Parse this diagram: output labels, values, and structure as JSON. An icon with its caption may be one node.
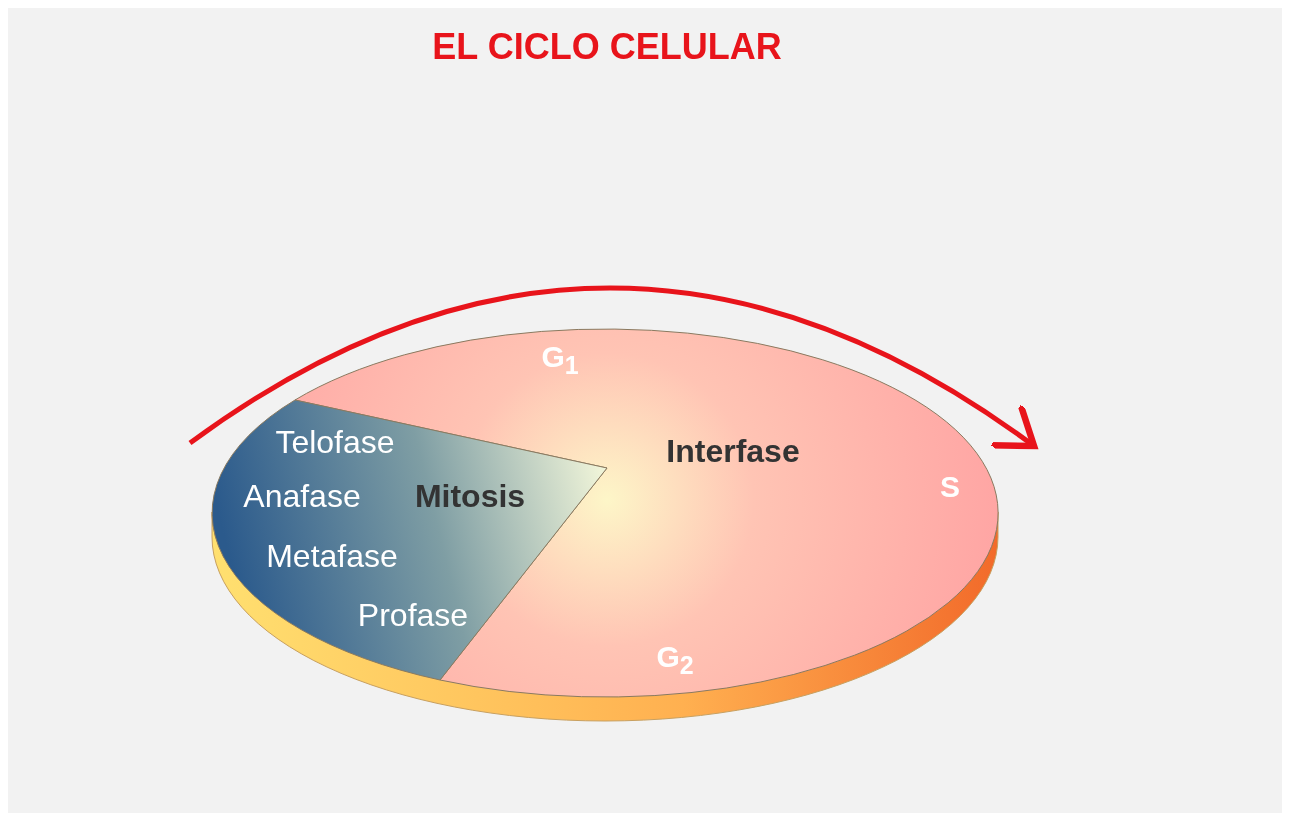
{
  "diagram": {
    "title": "EL CICLO CELULAR",
    "nodes": [
      {
        "text": [
          "G$_{1}$",
          "Interfase",
          "S",
          "G$_{2}$"
        ]
      },
      {
        "text": [
          "Telofase",
          "Anafase",
          "Mitosis",
          "Metafase",
          "Profase"
        ]
      }
    ]
  }
}
